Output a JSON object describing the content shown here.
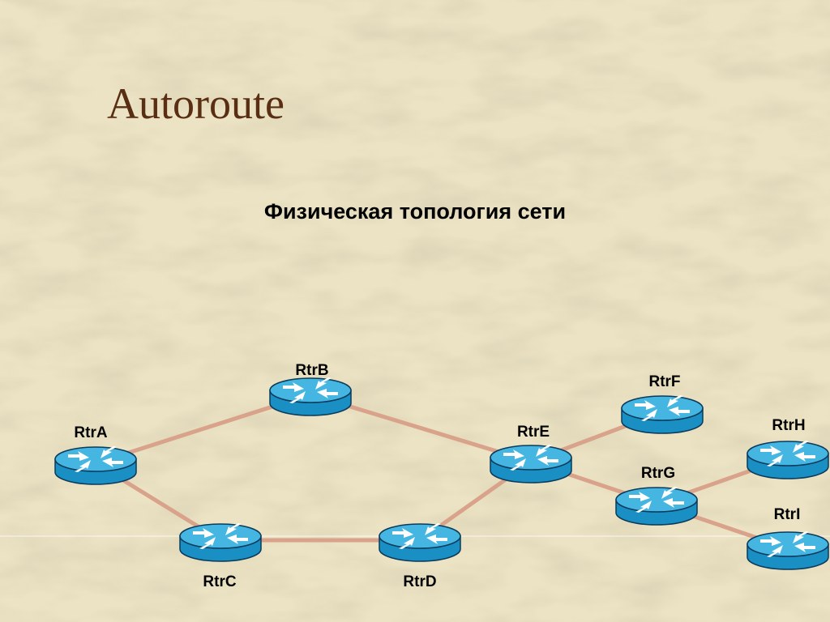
{
  "slide": {
    "title": "Autoroute",
    "subtitle": "Физическая топология сети"
  },
  "colors": {
    "background": "#ECE3C4",
    "title": "#5A2E12",
    "link": "#D9A28A",
    "router_body": "#1A9ACF",
    "router_top": "#45B6E2",
    "router_outline": "#0B3A5A"
  },
  "icons": {
    "router": "router-icon"
  },
  "routers": [
    {
      "id": "rtrA",
      "label": "RtrA"
    },
    {
      "id": "rtrB",
      "label": "RtrB"
    },
    {
      "id": "rtrC",
      "label": "RtrC"
    },
    {
      "id": "rtrD",
      "label": "RtrD"
    },
    {
      "id": "rtrE",
      "label": "RtrE"
    },
    {
      "id": "rtrF",
      "label": "RtrF"
    },
    {
      "id": "rtrG",
      "label": "RtrG"
    },
    {
      "id": "rtrH",
      "label": "RtrH"
    },
    {
      "id": "rtrI",
      "label": "RtrI"
    }
  ],
  "links": [
    {
      "from": "rtrA",
      "to": "rtrB"
    },
    {
      "from": "rtrA",
      "to": "rtrC"
    },
    {
      "from": "rtrC",
      "to": "rtrD"
    },
    {
      "from": "rtrD",
      "to": "rtrE"
    },
    {
      "from": "rtrB",
      "to": "rtrE"
    },
    {
      "from": "rtrE",
      "to": "rtrF"
    },
    {
      "from": "rtrE",
      "to": "rtrG"
    },
    {
      "from": "rtrG",
      "to": "rtrH"
    },
    {
      "from": "rtrG",
      "to": "rtrI"
    }
  ]
}
